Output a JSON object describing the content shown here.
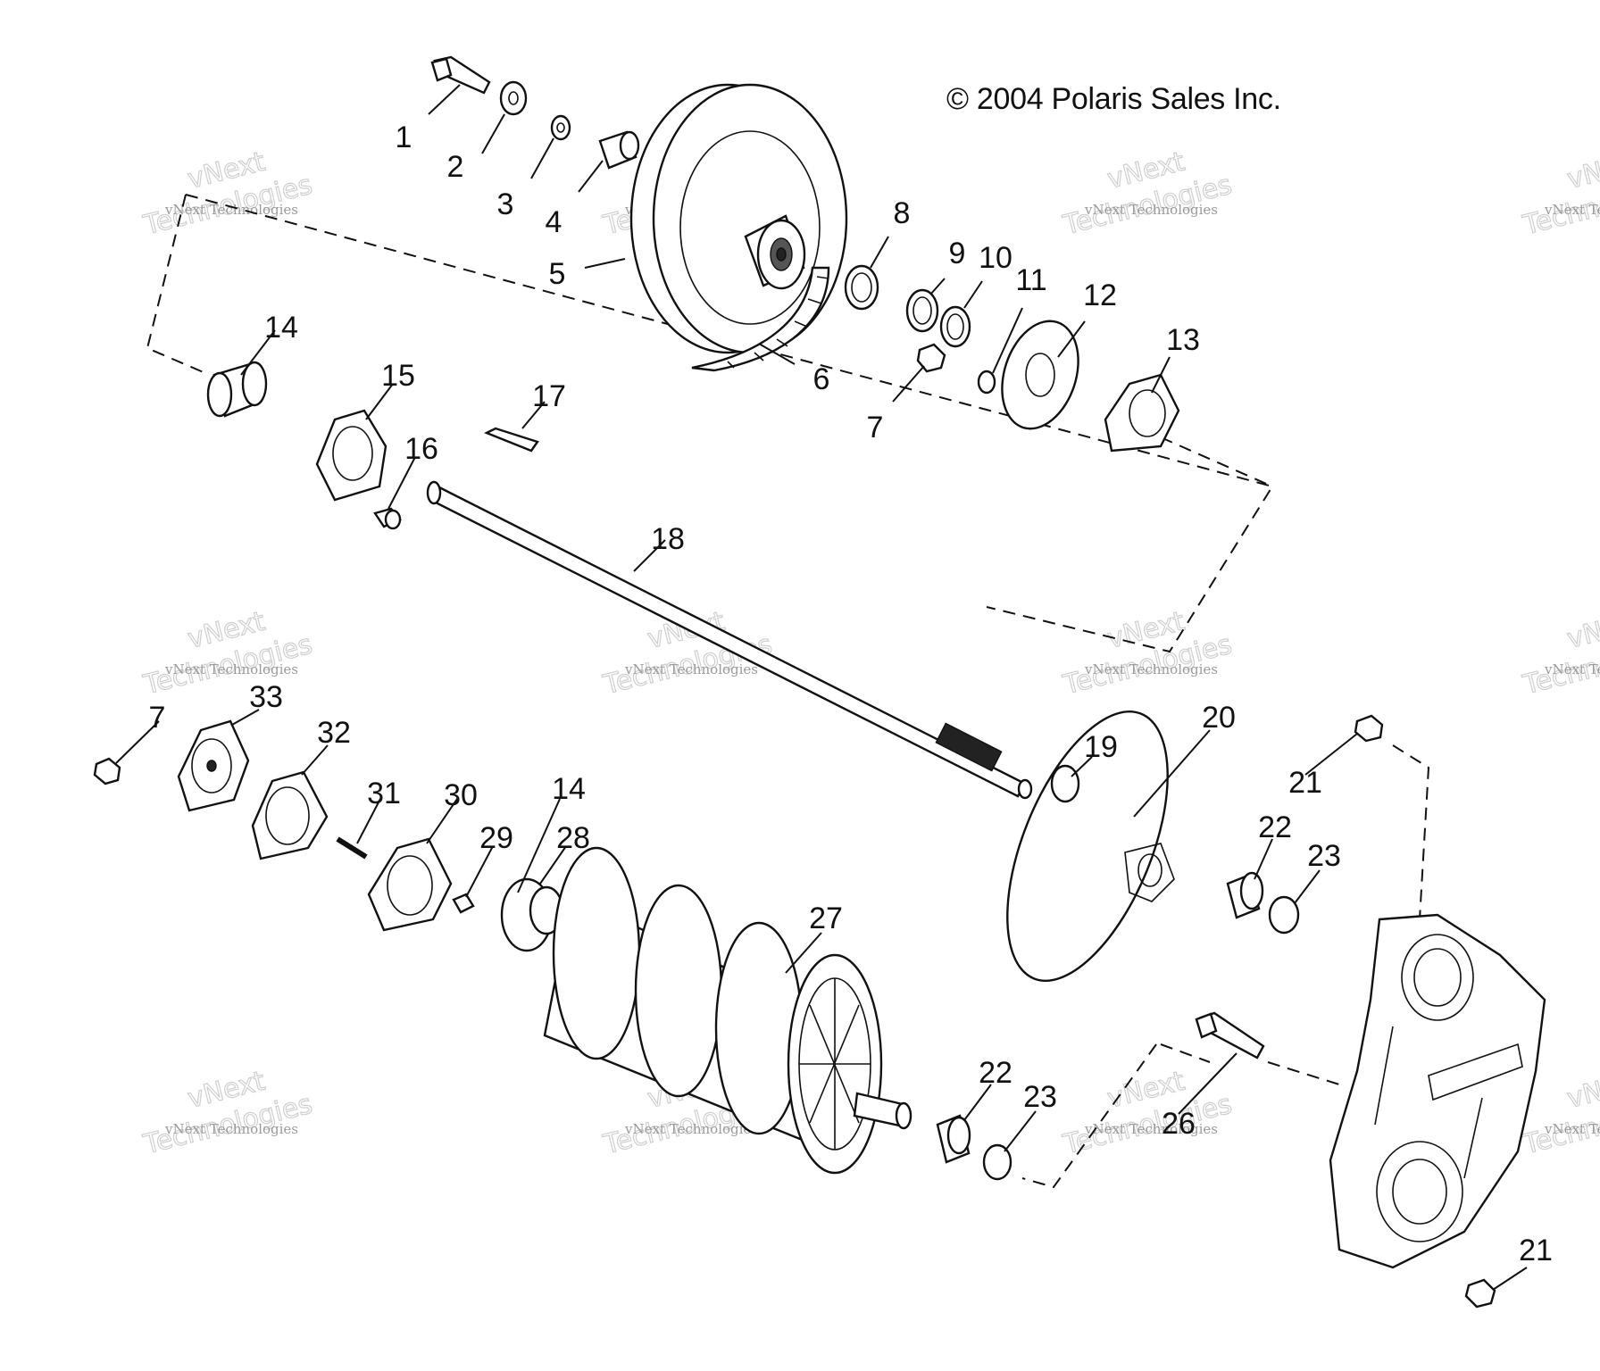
{
  "diagram": {
    "copyright": "© 2004 Polaris Sales Inc.",
    "watermark": {
      "primary": "vNext",
      "secondary": "Technologies",
      "small": "vNext Technologies"
    },
    "callouts": [
      "1",
      "2",
      "3",
      "4",
      "5",
      "6",
      "7",
      "8",
      "9",
      "10",
      "11",
      "12",
      "13",
      "14",
      "15",
      "16",
      "17",
      "18",
      "7",
      "33",
      "32",
      "31",
      "30",
      "29",
      "28",
      "14",
      "19",
      "20",
      "21",
      "22",
      "23",
      "27",
      "22",
      "23",
      "26",
      "21"
    ]
  }
}
